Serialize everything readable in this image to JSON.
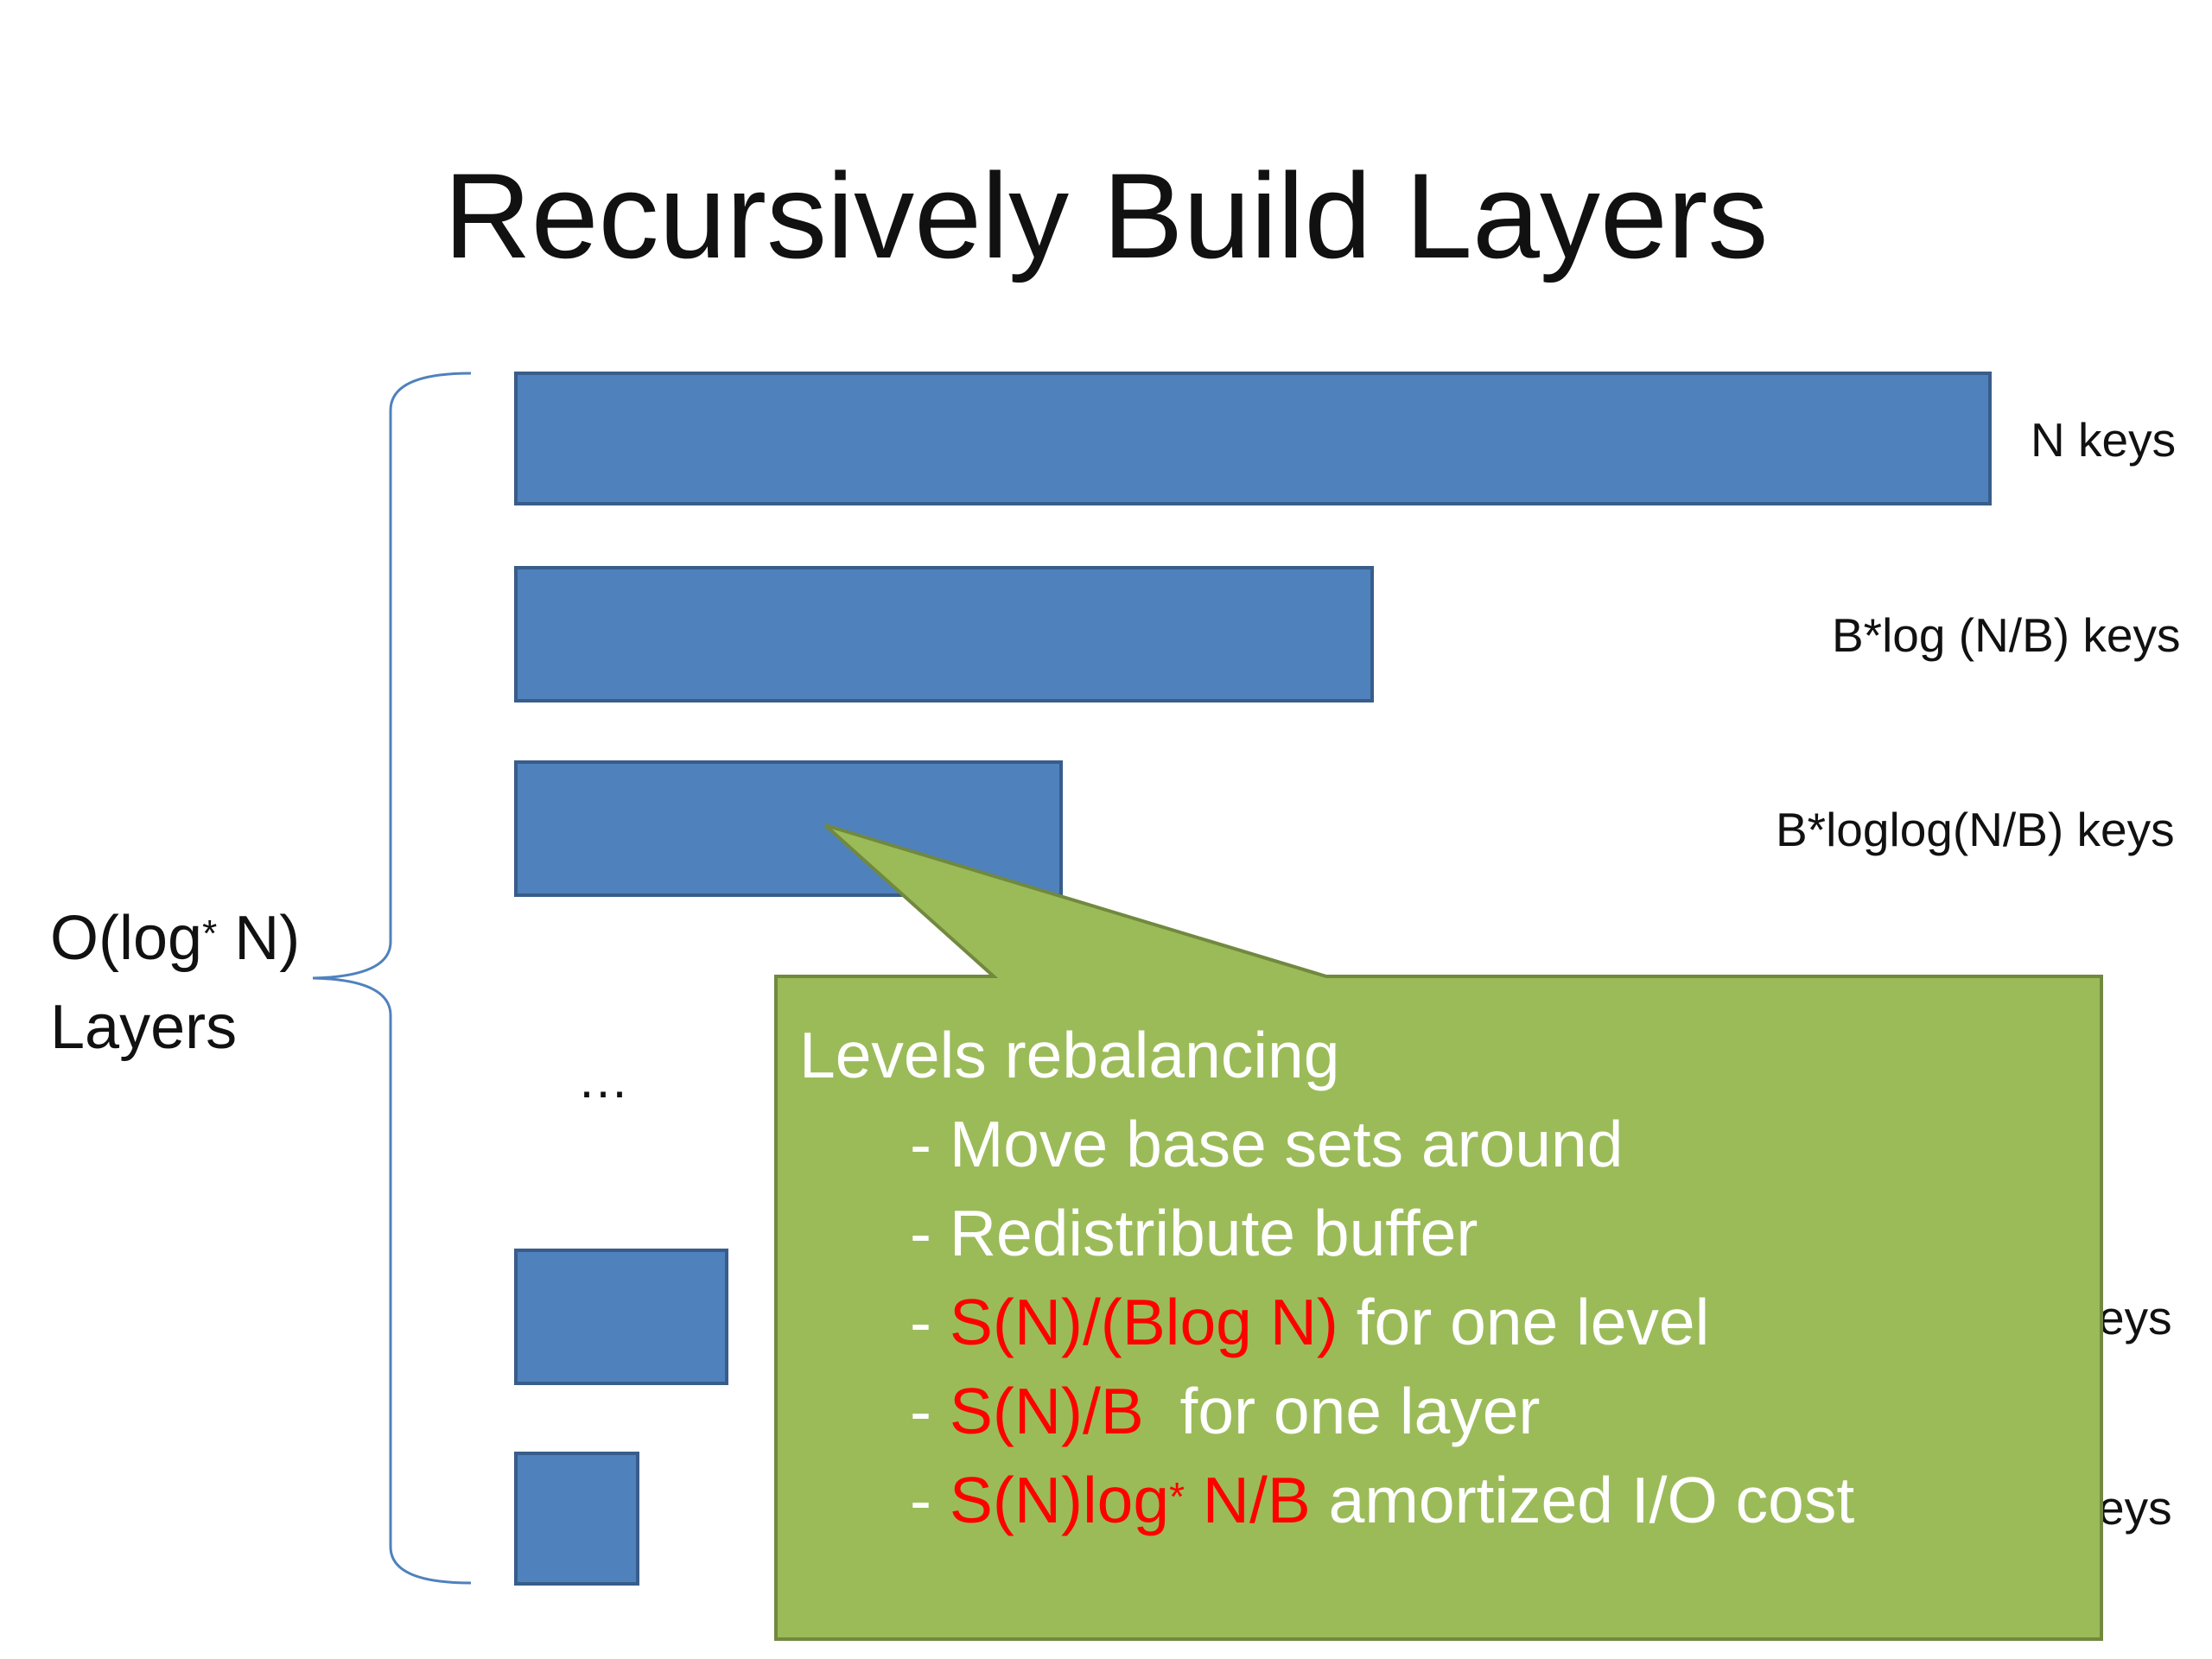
{
  "title": "Recursively Build Layers",
  "layers_label": {
    "line1_a": "O(log",
    "sup": "*",
    "line1_b": " N)",
    "line2": "Layers"
  },
  "bars": [
    {
      "label": "N keys"
    },
    {
      "label": "B*log (N/B) keys"
    },
    {
      "label": "B*loglog(N/B) keys"
    },
    {
      "label": "eys"
    },
    {
      "label": "eys"
    }
  ],
  "ellipsis": "…",
  "callout": {
    "heading": "Levels rebalancing",
    "items": [
      {
        "dash": "- ",
        "text": "Move base sets around"
      },
      {
        "dash": "- ",
        "text": "Redistribute buffer"
      },
      {
        "dash": "- ",
        "red": "S(N)/(Blog N)",
        "rest": " for one level"
      },
      {
        "dash": "- ",
        "red": "S(N)/B",
        "rest": "  for one layer"
      },
      {
        "dash": "- ",
        "red_a": "S(N)log",
        "sup": "*",
        "red_b": " N/B",
        "rest": " amortized I/O cost"
      }
    ]
  },
  "colors": {
    "bar_fill": "#4f81bd",
    "bar_border": "#385d8a",
    "callout_fill": "#9bbb59",
    "callout_border": "#71893f",
    "highlight": "#ff0000"
  }
}
